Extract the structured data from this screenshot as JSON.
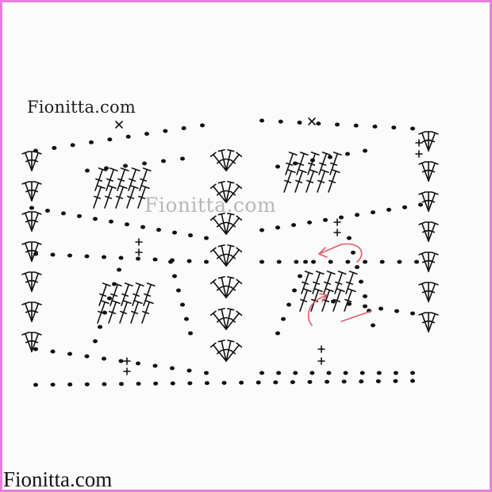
{
  "branding": {
    "top_label": "Fionitta.com",
    "watermark": "Fionitta.com",
    "bottom_label": "Fionitta.com"
  },
  "colors": {
    "frame": "#e77ee0",
    "ink": "#111111",
    "arrow": "#e05a66",
    "watermark": "#b8b8b8"
  },
  "diagram": {
    "type": "crochet-stitch-chart",
    "symbols": [
      "chain-stitch",
      "single-crochet",
      "double-crochet",
      "triple-crochet",
      "slip-stitch"
    ]
  }
}
